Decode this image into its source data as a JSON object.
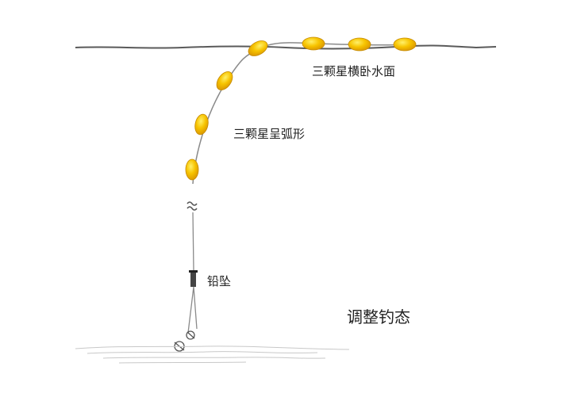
{
  "labels": {
    "three_floats_flat": "三颗星横卧水面",
    "three_floats_arc": "三颗星呈弧形",
    "sinker": "铅坠",
    "title": "调整钓态"
  },
  "colors": {
    "float_fill": "#f5b800",
    "float_highlight": "#ffe14a",
    "line": "#8a8a8a",
    "water_surface": "#5a5a5a",
    "bottom": "#c8c8c8"
  },
  "icons": {
    "line_break": "double-tilde-icon",
    "sinker": "sinker-icon",
    "hook": "hook-icon"
  }
}
